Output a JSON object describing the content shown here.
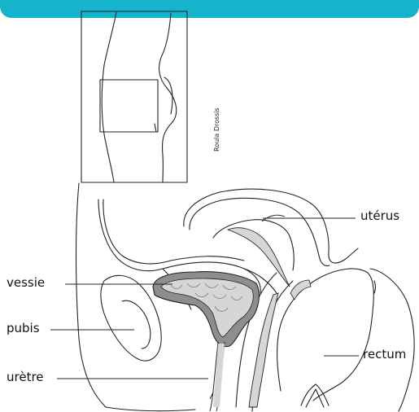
{
  "labels": {
    "uterus": "utérus",
    "bladder": "vessie",
    "pubis": "pubis",
    "urethra": "urètre",
    "rectum": "rectum"
  },
  "credit": "Roula Drossis",
  "colors": {
    "banner": "#15b3cc",
    "tissue": "#d6d6d6",
    "dark_tissue": "#8e8e8e",
    "line": "#222222"
  }
}
